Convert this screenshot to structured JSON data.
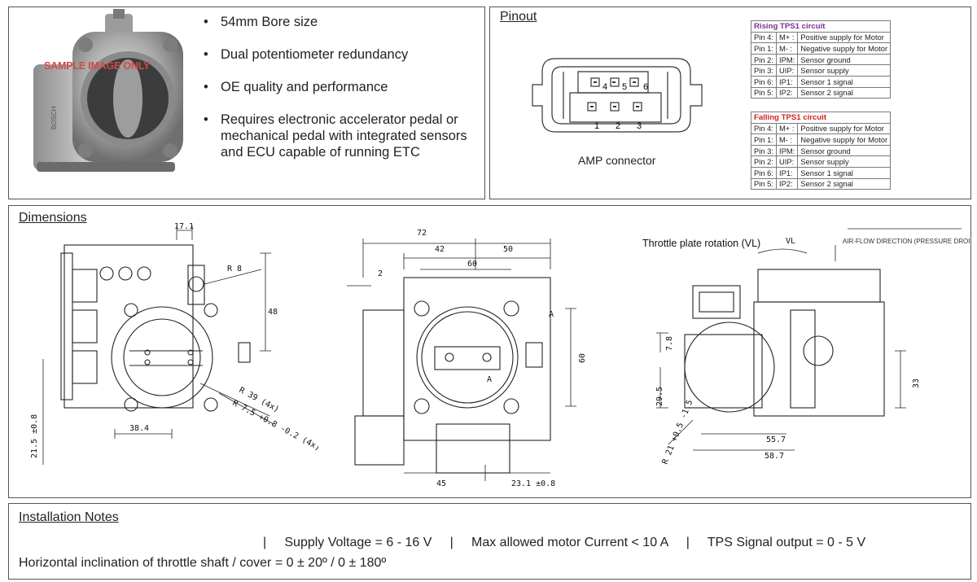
{
  "product": {
    "sample_label": "SAMPLE IMAGE ONLY",
    "brand_mark": "BOSCH",
    "features": [
      "54mm Bore size",
      "Dual potentiometer redundancy",
      "OE quality and performance",
      "Requires electronic accelerator pedal or mechanical pedal with integrated sensors and ECU capable of running ETC"
    ]
  },
  "pinout": {
    "title": "Pinout",
    "connector_label": "AMP connector",
    "connector_pins_top": [
      "4",
      "5",
      "6"
    ],
    "connector_pins_bottom": [
      "1",
      "2",
      "3"
    ],
    "rising": {
      "title": "Rising TPS1 circuit",
      "rows": [
        [
          "Pin 4:",
          "M+ :",
          "Positive supply for Motor"
        ],
        [
          "Pin 1:",
          "M- :",
          "Negative supply for Motor"
        ],
        [
          "Pin 2:",
          "IPM:",
          "Sensor ground"
        ],
        [
          "Pin 3:",
          "UIP:",
          "Sensor supply"
        ],
        [
          "Pin 6:",
          "IP1:",
          "Sensor 1 signal"
        ],
        [
          "Pin 5:",
          "IP2:",
          "Sensor 2 signal"
        ]
      ]
    },
    "falling": {
      "title": "Falling TPS1 circuit",
      "rows": [
        [
          "Pin 4:",
          "M+ :",
          "Positive supply for Motor"
        ],
        [
          "Pin 1:",
          "M- :",
          "Negative supply for Motor"
        ],
        [
          "Pin 3:",
          "IPM:",
          "Sensor ground"
        ],
        [
          "Pin 2:",
          "UIP:",
          "Sensor supply"
        ],
        [
          "Pin 6:",
          "IP1:",
          "Sensor 1 signal"
        ],
        [
          "Pin 5:",
          "IP2:",
          "Sensor 2 signal"
        ]
      ]
    }
  },
  "dimensions": {
    "title": "Dimensions",
    "view1": {
      "d_17_1": "17.1",
      "r8": "R 8",
      "d48": "48",
      "r39": "R 39 (4x)",
      "r7_5": "R 7.5 +0.8 -0.2 (4x)",
      "d38_4": "38.4",
      "d21_5": "21.5 ±0.8"
    },
    "view2": {
      "d72": "72",
      "d42": "42",
      "d50": "50",
      "d60_h": "60",
      "d2": "2",
      "d60_v": "60",
      "a_top": "A",
      "a_bottom": "A",
      "d45": "45",
      "d23_1": "23.1 ±0.8"
    },
    "view3": {
      "rotation_label": "Throttle plate rotation (VL)",
      "vl": "VL",
      "airflow": "AIR-FLOW DIRECTION (PRESSURE DROP)",
      "d7_8": "7.8",
      "d29_5": "29.5",
      "d33": "33",
      "r21": "R 21 +0.5 -1.5",
      "d55_7": "55.7",
      "d58_7": "58.7"
    }
  },
  "installation": {
    "title": "Installation Notes",
    "line1": "|     Supply Voltage = 6 - 16 V     |     Max allowed motor Current < 10 A     |     TPS Signal output = 0 - 5 V",
    "line2": "Horizontal inclination of throttle shaft / cover = 0  ± 20º / 0 ± 180º"
  }
}
